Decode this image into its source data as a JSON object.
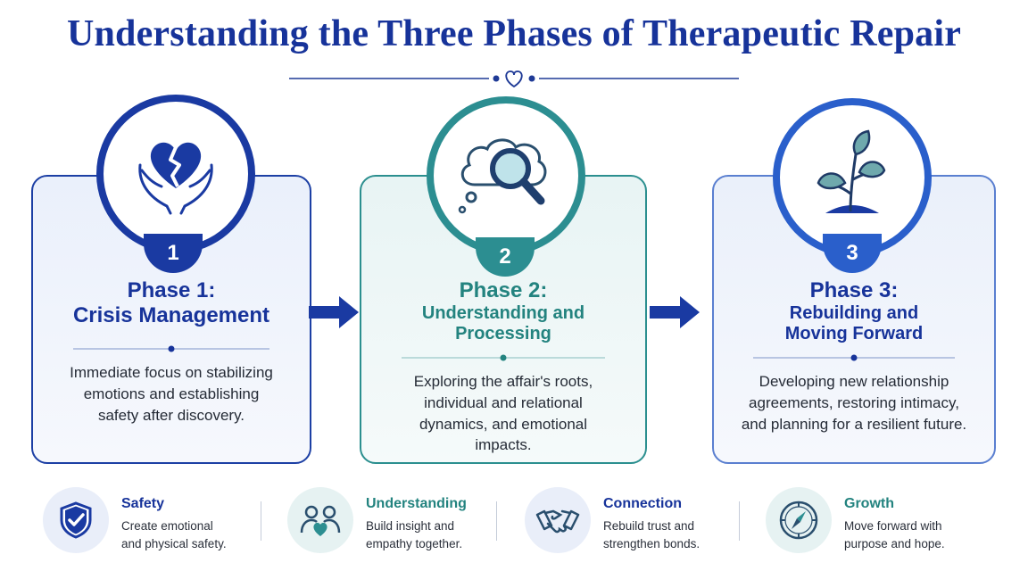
{
  "title": "Understanding the Three Phases of Therapeutic Repair",
  "colors": {
    "navy": "#17339a",
    "teal": "#2c8e91",
    "blue": "#2a5fcb"
  },
  "phases": [
    {
      "number": "1",
      "title_line1": "Phase 1:",
      "title_line2": "Crisis Management",
      "description": "Immediate focus on stabilizing emotions and establishing safety after discovery.",
      "icon": "broken-heart-hands-icon"
    },
    {
      "number": "2",
      "title_line1": "Phase 2:",
      "title_line2": "Understanding and Processing",
      "description": "Exploring the affair's roots, individual and relational dynamics, and emotional impacts.",
      "icon": "thought-magnifier-icon"
    },
    {
      "number": "3",
      "title_line1": "Phase 3:",
      "title_line2": "Rebuilding and Moving Forward",
      "description": "Developing new relationship agreements, restoring intimacy, and planning for a resilient future.",
      "icon": "sprout-icon"
    }
  ],
  "features": [
    {
      "title": "Safety",
      "line1": "Create emotional",
      "line2": "and physical safety.",
      "icon": "shield-check-icon"
    },
    {
      "title": "Understanding",
      "line1": "Build insight and",
      "line2": "empathy together.",
      "icon": "people-heart-icon"
    },
    {
      "title": "Connection",
      "line1": "Rebuild trust and",
      "line2": "strengthen bonds.",
      "icon": "handshake-icon"
    },
    {
      "title": "Growth",
      "line1": "Move forward with",
      "line2": "purpose and hope.",
      "icon": "compass-icon"
    }
  ]
}
